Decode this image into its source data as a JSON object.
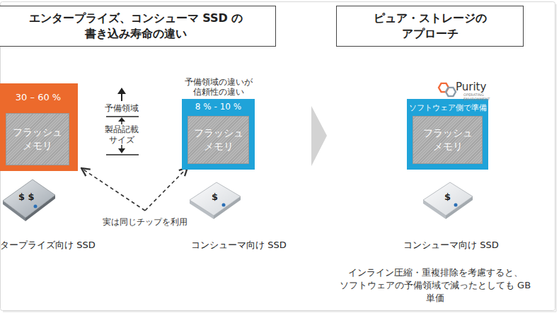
{
  "diagram": {
    "nodes": [
      {
        "text": [
          "エンタープライズ、コンシューマ SSD の 書き込み寿命の違い"
        ]
      },
      {
        "text": [
          "30 – 60 %"
        ]
      },
      {
        "text": [
          "フラッシュ メモリ"
        ],
        "in": 1
      },
      {
        "text": [
          "予備領域の違いが 信頼性の違い",
          "8 % - 10 %"
        ]
      },
      {
        "text": [
          "フラッシュ メモリ"
        ],
        "in": 3
      },
      {
        "text": [
          "ピュア・ストレージの アプローチ"
        ]
      },
      {
        "text": [
          "ソフトウェア側で準備"
        ]
      },
      {
        "text": [
          "フラッシュ メモリ"
        ],
        "in": 6
      }
    ],
    "labels": [
      "予備領域",
      "製品記載 サイズ",
      "$ $",
      "$",
      "実は同じチップを利用",
      "タープライズ向け SSD",
      "コンシューマ向け SSD",
      "Purity",
      "OPERATING ENVIRONMENT",
      "$",
      "コンシューマ向け SSD",
      "インライン圧縮・重複排除を考慮すると、 ソフトウェアの予備領域で減ったとしても GB 単価"
    ]
  }
}
